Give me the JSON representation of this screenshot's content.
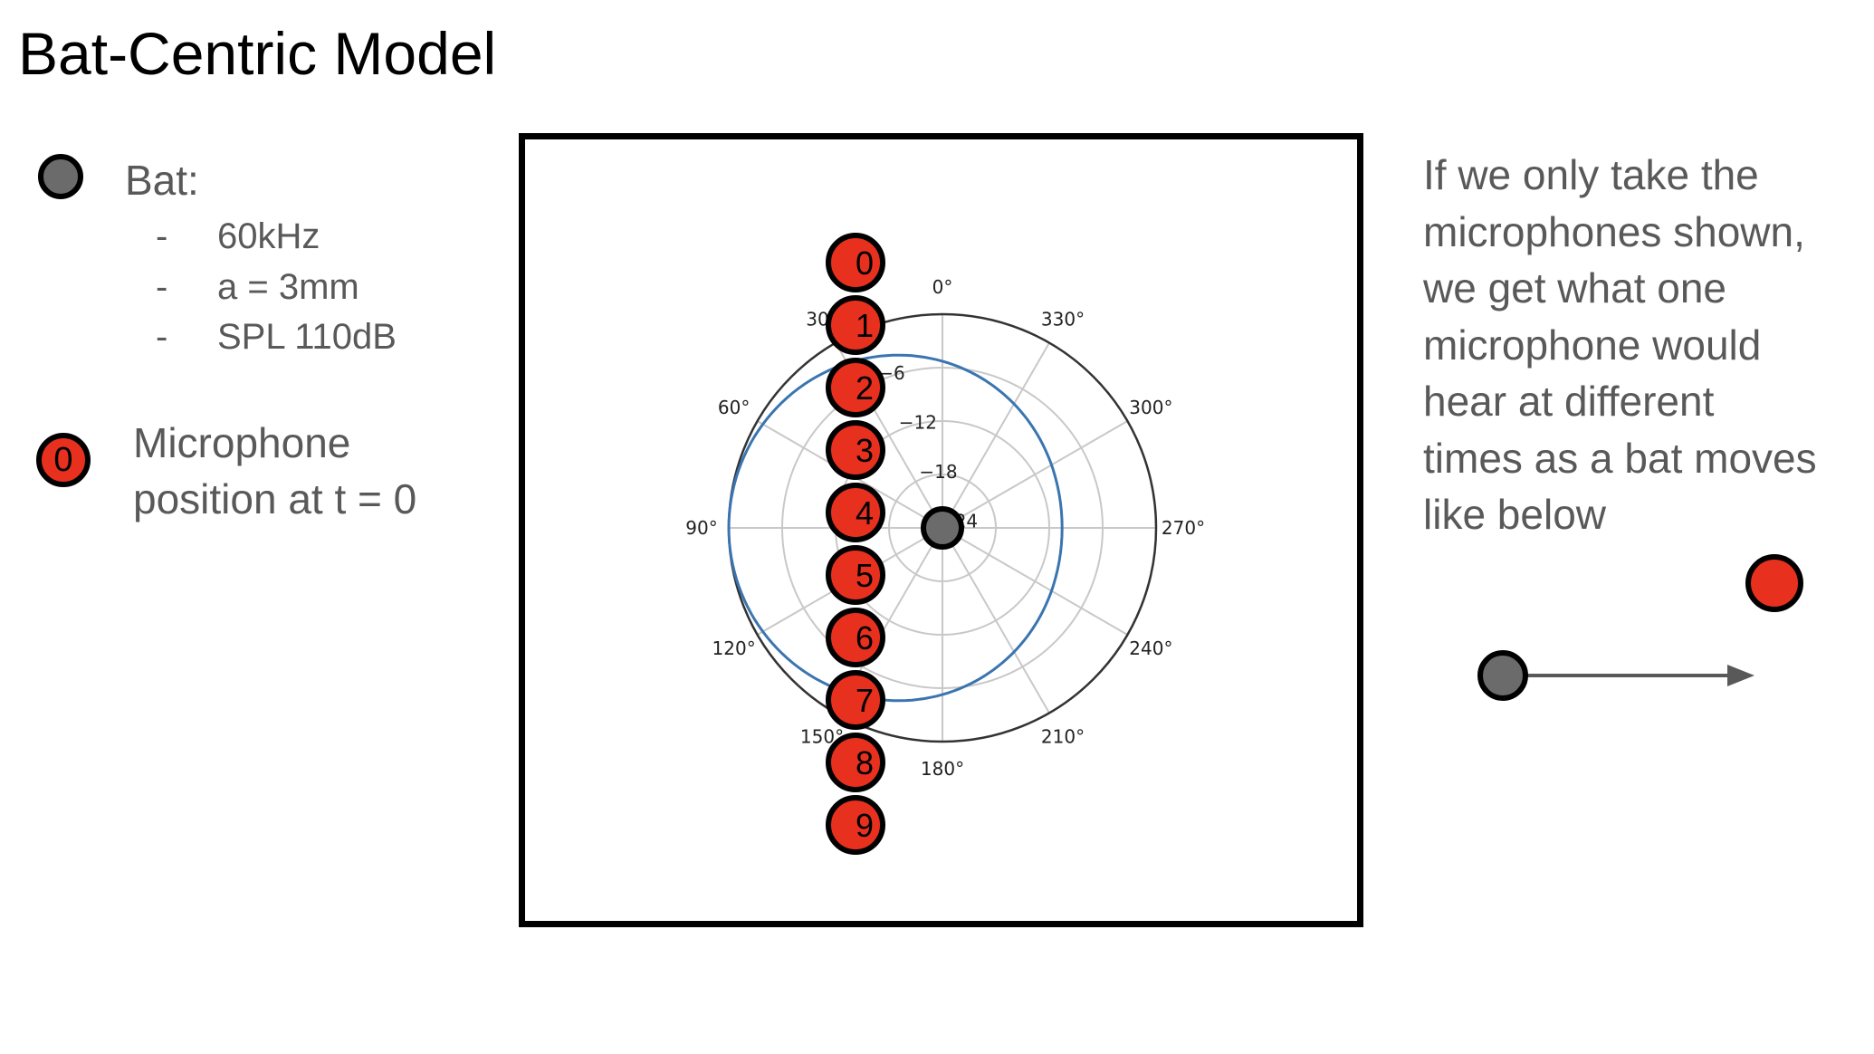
{
  "title": "Bat-Centric Model",
  "legend": {
    "bat_label": "Bat:",
    "bat_specs": [
      {
        "dash": "-",
        "text": "60kHz"
      },
      {
        "dash": "-",
        "text": "a = 3mm"
      },
      {
        "dash": "-",
        "text": "SPL 110dB"
      }
    ],
    "mic_icon_label": "0",
    "mic_label_lines": [
      "Microphone",
      "position at t = 0"
    ]
  },
  "polar": {
    "angle_labels": [
      "0°",
      "30°",
      "60°",
      "90°",
      "120°",
      "150°",
      "180°",
      "210°",
      "240°",
      "270°",
      "300°",
      "330°"
    ],
    "radial_labels": [
      "−6",
      "−12",
      "−18",
      "−24"
    ],
    "microphones": [
      "0",
      "1",
      "2",
      "3",
      "4",
      "5",
      "6",
      "7",
      "8",
      "9"
    ]
  },
  "side_text_lines": [
    "If we only take the",
    "microphones shown,",
    "we get what one",
    "microphone would",
    "hear at different",
    "times as a bat moves",
    "like below"
  ],
  "colors": {
    "bat_fill": "#6b6b6b",
    "mic_fill": "#e8301e",
    "directivity_curve": "#3a75b0",
    "grid": "#c8c8c8",
    "text_gray": "#595959"
  },
  "icons": {
    "bat": "gray-circle-icon",
    "microphone": "red-circle-icon",
    "motion": "arrow-right-icon"
  }
}
